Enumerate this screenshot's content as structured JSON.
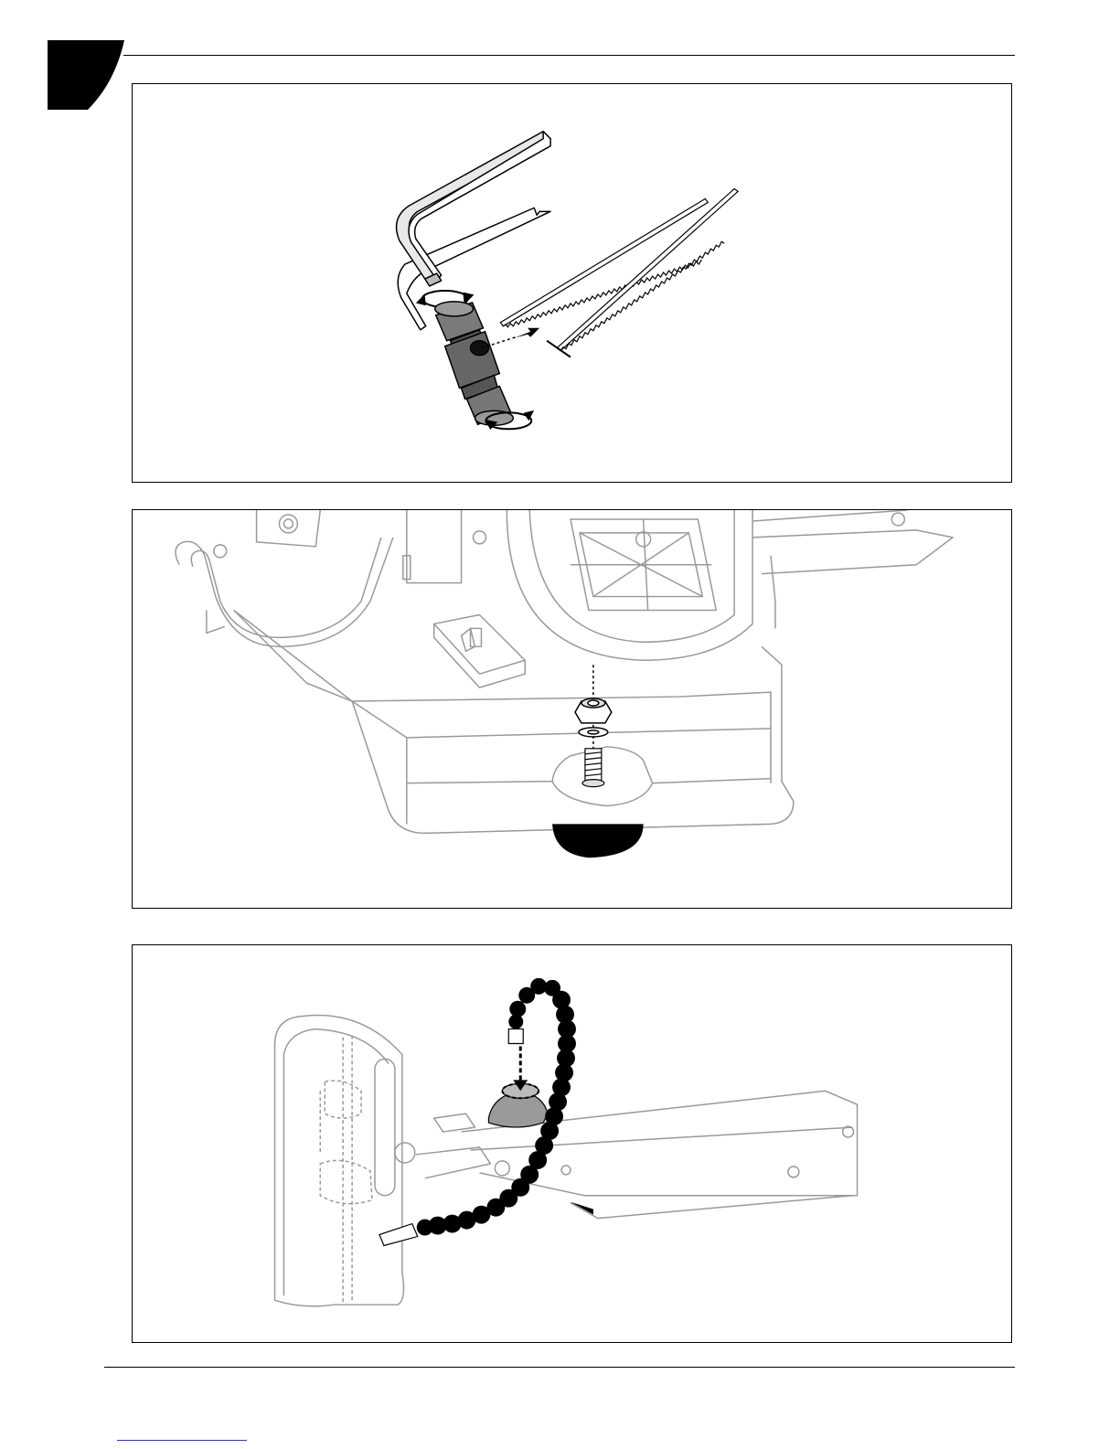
{
  "page": {
    "section_tab_color": "#000000",
    "rule_color": "#000000",
    "footer_link_color": "#2a2aff"
  },
  "figures": [
    {
      "id": "panel-1",
      "content": "hex-key-blade-clamp-illustration"
    },
    {
      "id": "panel-2",
      "content": "table-underside-nut-washer-stud-illustration"
    },
    {
      "id": "panel-3",
      "content": "flexible-hose-arm-illustration"
    }
  ]
}
